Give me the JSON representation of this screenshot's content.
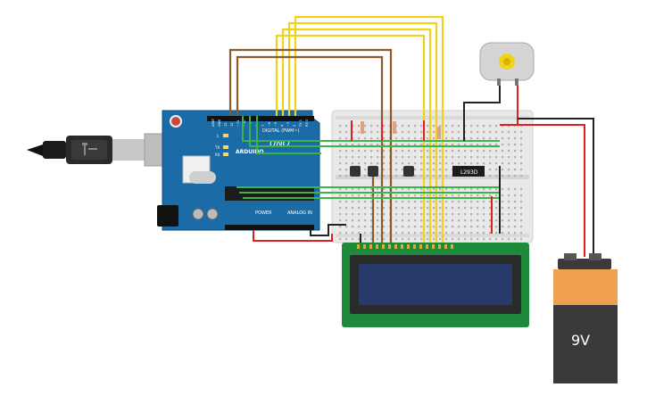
{
  "board": {
    "brand": "ARDUINO",
    "model": "UNO",
    "digital_header": "DIGITAL (PWM~)",
    "power_header": "POWER",
    "analog_header": "ANALOG IN",
    "tx_label": "TX",
    "rx_label": "RX",
    "l_label": "L",
    "pin_labels": [
      "AREF",
      "GND",
      "13",
      "12",
      "~11",
      "~10",
      "~9",
      "8",
      "7",
      "~6",
      "~5",
      "4",
      "~3",
      "2",
      "TX 1",
      "RX 0"
    ]
  },
  "driver": {
    "label": "L293D"
  },
  "battery": {
    "label": "9V"
  },
  "lcd": {
    "pin_count": 16
  },
  "colors": {
    "board": "#1a6ba6",
    "breadboard": "#e9e9e9",
    "wire_yellow": "#f1d21a",
    "wire_brown": "#8b5a2b",
    "wire_green": "#39b54a",
    "wire_red": "#e02020",
    "wire_black": "#222222",
    "lcd_screen": "#263b6a",
    "lcd_pcb": "#1e8a3c",
    "battery_body": "#f0a050",
    "battery_cap": "#3a3a3a"
  }
}
